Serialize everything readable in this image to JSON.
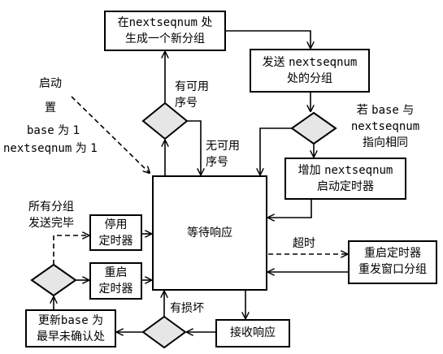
{
  "boxes": {
    "generate": {
      "pre": "在",
      "code": "nextseqnum",
      "post": " 处",
      "line2": "生成一个新分组"
    },
    "send": {
      "pre": "发送 ",
      "code": "nextseqnum",
      "line2": "处的分组"
    },
    "increment": {
      "pre": "增加 ",
      "code": "nextseqnum",
      "line2": "启动定时器"
    },
    "wait": "等待响应",
    "restart_timer": {
      "line1": "重启定时器",
      "line2": "重发窗口分组"
    },
    "stop_timer": {
      "line1": "停用",
      "line2": "定时器"
    },
    "restart": {
      "line1": "重启",
      "line2": "定时器"
    },
    "update_base": {
      "pre": "更新",
      "code": "base",
      "post": " 为",
      "line2": "最早未确认处"
    },
    "receive": "接收响应"
  },
  "labels": {
    "available": {
      "line1": "有可用",
      "line2": "序号"
    },
    "unavailable": {
      "line1": "无可用",
      "line2": "序号"
    },
    "same": {
      "pre": "若 ",
      "code1": "base",
      "mid": " 与",
      "code2": "nextseqnum",
      "line3": "指向相同"
    },
    "start": "启动",
    "set": "置",
    "base_is": {
      "code": "base",
      "post": " 为 1"
    },
    "next_is": {
      "code": "nextseqnum",
      "post": " 为 1"
    },
    "all_sent": {
      "line1": "所有分组",
      "line2": "发送完毕"
    },
    "timeout": "超时",
    "corrupt": "有损坏"
  },
  "colors": {
    "stroke": "#000000",
    "diamond_fill": "#e6e6e6",
    "box_fill": "#ffffff"
  }
}
